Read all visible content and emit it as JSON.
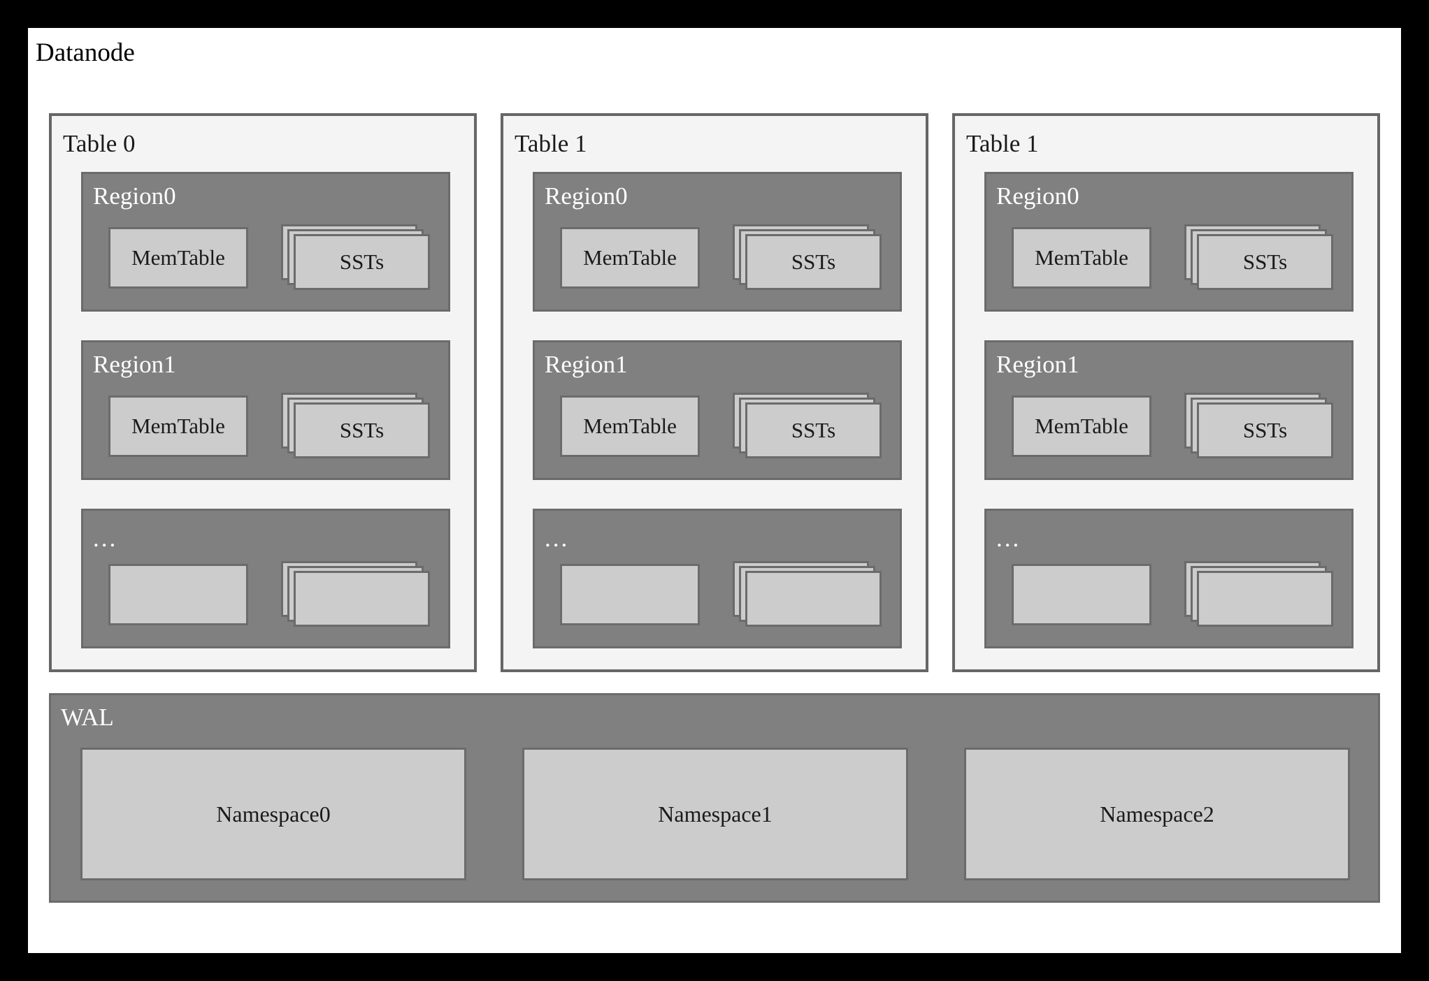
{
  "diagram": {
    "title": "Datanode",
    "colors": {
      "canvas_background": "#000000",
      "panel_background": "#ffffff",
      "table_panel_background": "#f4f4f4",
      "region_background": "#808080",
      "card_background": "#cccccc",
      "border": "#6b6b6b",
      "text_dark": "#1a1a1a",
      "text_light": "#ffffff"
    }
  },
  "tables": [
    {
      "title": "Table 0",
      "regions": [
        {
          "title": "Region0",
          "is_ellipsis": false,
          "memtable_label": "MemTable",
          "sst_label": "SSTs"
        },
        {
          "title": "Region1",
          "is_ellipsis": false,
          "memtable_label": "MemTable",
          "sst_label": "SSTs"
        },
        {
          "title": "...",
          "is_ellipsis": true,
          "memtable_label": "",
          "sst_label": ""
        }
      ]
    },
    {
      "title": "Table 1",
      "regions": [
        {
          "title": "Region0",
          "is_ellipsis": false,
          "memtable_label": "MemTable",
          "sst_label": "SSTs"
        },
        {
          "title": "Region1",
          "is_ellipsis": false,
          "memtable_label": "MemTable",
          "sst_label": "SSTs"
        },
        {
          "title": "...",
          "is_ellipsis": true,
          "memtable_label": "",
          "sst_label": ""
        }
      ]
    },
    {
      "title": "Table 1",
      "regions": [
        {
          "title": "Region0",
          "is_ellipsis": false,
          "memtable_label": "MemTable",
          "sst_label": "SSTs"
        },
        {
          "title": "Region1",
          "is_ellipsis": false,
          "memtable_label": "MemTable",
          "sst_label": "SSTs"
        },
        {
          "title": "...",
          "is_ellipsis": true,
          "memtable_label": "",
          "sst_label": ""
        }
      ]
    }
  ],
  "wal": {
    "title": "WAL",
    "namespaces": [
      {
        "label": "Namespace0"
      },
      {
        "label": "Namespace1"
      },
      {
        "label": "Namespace2"
      }
    ]
  }
}
